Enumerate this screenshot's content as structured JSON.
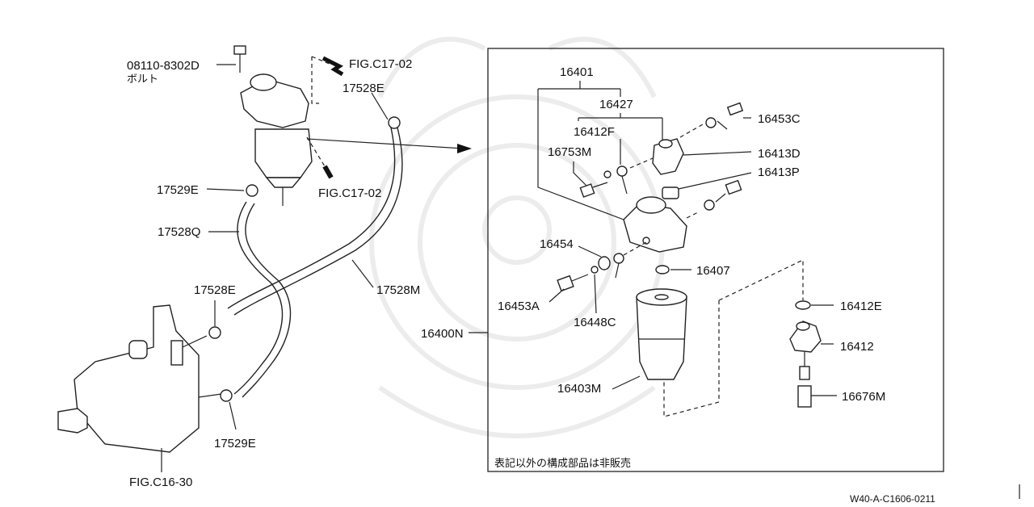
{
  "labels": {
    "bolt_part": "08110-8302D",
    "bolt_note": "ボルト",
    "fig_c17_top": "FIG.C17-02",
    "fig_c17_mid": "FIG.C17-02",
    "clamp_17528e_top": "17528E",
    "clamp_17529e_top": "17529E",
    "hose_17528q": "17528Q",
    "clamp_17528e_left": "17528E",
    "hose_17528m": "17528M",
    "clamp_17529e_bottom": "17529E",
    "fig_c16": "FIG.C16-30",
    "assy_16400n": "16400N",
    "p16401": "16401",
    "p16427": "16427",
    "p16412f": "16412F",
    "p16753m": "16753M",
    "p16453c": "16453C",
    "p16413d": "16413D",
    "p16413p": "16413P",
    "p16454": "16454",
    "p16407": "16407",
    "p16453a": "16453A",
    "p16448c": "16448C",
    "p16412e": "16412E",
    "p16412": "16412",
    "p16403m": "16403M",
    "p16676m": "16676M",
    "note_jp": "表記以外の構成部品は非販売",
    "drawing_no": "W40-A-C1606-0211"
  }
}
